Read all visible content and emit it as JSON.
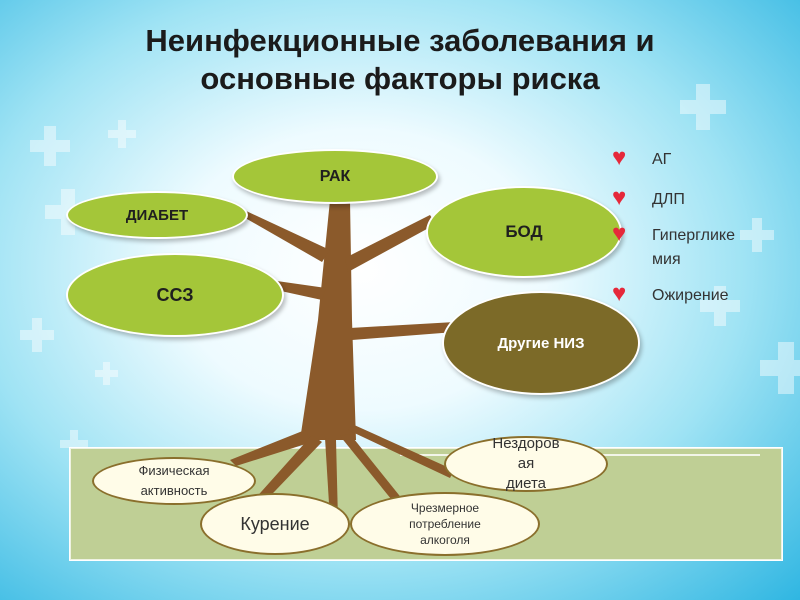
{
  "title": {
    "line1": "Неинфекционные заболевания и",
    "line2": "основные факторы риска"
  },
  "diseases": {
    "rak": "РАК",
    "diabet": "ДИАБЕТ",
    "bod": "БОД",
    "ssz": "ССЗ",
    "other": "Другие НИЗ"
  },
  "risk_factors": {
    "activity": [
      "Физическая",
      "активность"
    ],
    "smoking": "Курение",
    "alcohol": [
      "Чрезмерное",
      "потребление",
      "алкоголя"
    ],
    "diet": [
      "Нездоров",
      "ая",
      "диета"
    ]
  },
  "bullets": [
    {
      "lines": [
        "АГ"
      ]
    },
    {
      "lines": [
        "ДЛП"
      ]
    },
    {
      "lines": [
        "Гипергликемия"
      ]
    },
    {
      "lines": [
        "Ожирение"
      ]
    }
  ],
  "colors": {
    "leaf_light": "#a4c639",
    "leaf_dark": "#7c6a28",
    "trunk": "#8b5a2b",
    "heart": "#e5283a"
  }
}
